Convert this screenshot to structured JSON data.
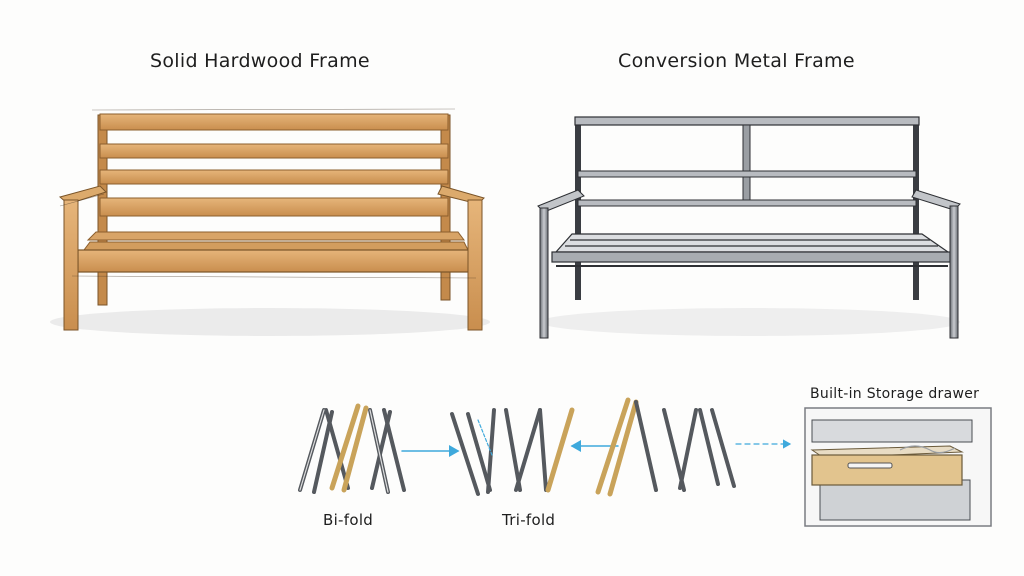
{
  "titles": {
    "hardwood": "Solid Hardwood Frame",
    "metal": "Conversion Metal Frame"
  },
  "fold_labels": {
    "bifold": "Bi-fold",
    "trifold": "Tri-fold"
  },
  "storage_label": "Built-in Storage drawer",
  "colors": {
    "wood": "#d9a366",
    "wood_dark": "#a9733a",
    "metal": "#8f9398",
    "metal_dark": "#3a3d42",
    "arrow": "#3ea9dc",
    "ink": "#2a2a2a"
  }
}
